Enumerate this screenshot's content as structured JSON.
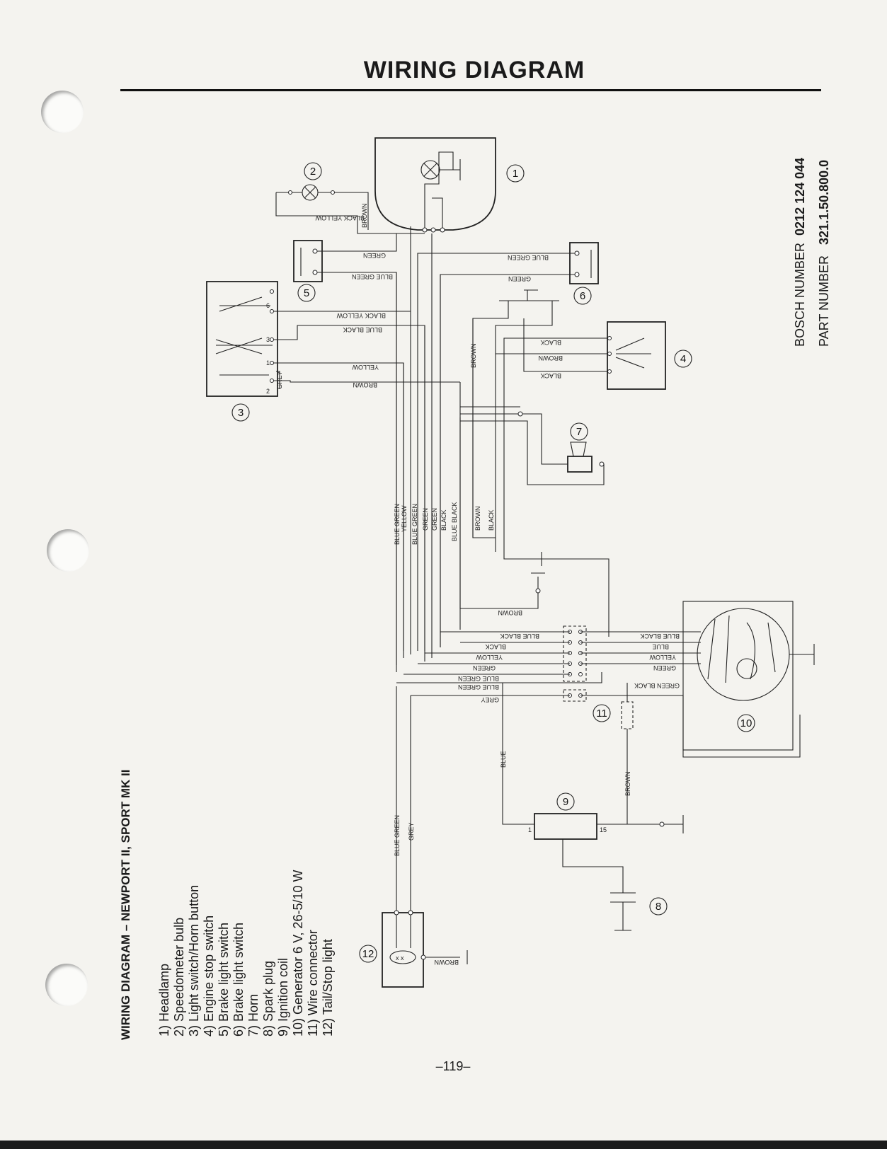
{
  "page": {
    "title": "WIRING DIAGRAM",
    "legend_title": "WIRING DIAGRAM – NEWPORT II, SPORT MK II",
    "legend": [
      "1) Headlamp",
      "2) Speedometer bulb",
      "3) Light switch/Horn button",
      "4) Engine stop switch",
      "5) Brake light switch",
      "6) Brake light switch",
      "7) Horn",
      "8) Spark plug",
      "9) Ignition coil",
      "10) Generator 6 V, 26-5/10 W",
      "11) Wire connector",
      "12) Tail/Stop light"
    ],
    "bosch_label": "BOSCH NUMBER",
    "bosch_value": "0212 124 044",
    "part_label": "PART NUMBER",
    "part_value": "321.1.50.800.0",
    "page_number": "–119–"
  },
  "diagram": {
    "component_numbers": [
      "1",
      "2",
      "3",
      "4",
      "5",
      "6",
      "7",
      "8",
      "9",
      "10",
      "11",
      "12"
    ],
    "wire_labels": {
      "black_yellow": "BLACK YELLOW",
      "brown": "BROWN",
      "green": "GREEN",
      "blue_green": "BLUE GREEN",
      "blue_black": "BLUE BLACK",
      "yellow": "YELLOW",
      "grey": "GREY",
      "black": "BLACK",
      "blue": "BLUE",
      "green_black": "GREEN BLACK"
    },
    "terminal_numbers": [
      "1",
      "2",
      "3",
      "6",
      "15"
    ]
  }
}
